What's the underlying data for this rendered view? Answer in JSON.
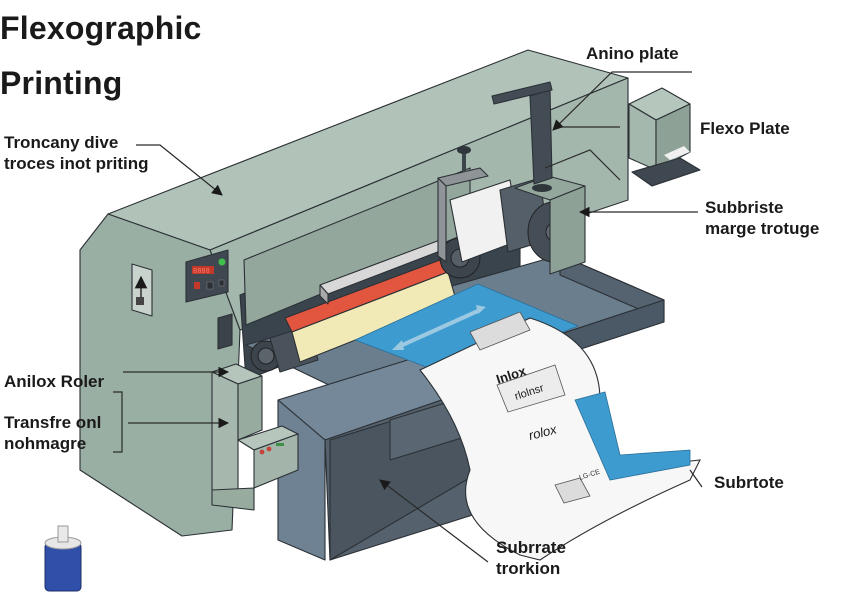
{
  "title": {
    "line1": "Flexographic",
    "line2": "Printing"
  },
  "labels": {
    "top_left": {
      "line1": "Troncany dive",
      "line2": "troces inot priting"
    },
    "anino_plate": "Anino plate",
    "flexo_plate": "Flexo Plate",
    "subbriste": {
      "line1": "Subbriste",
      "line2": "marge trotuge"
    },
    "anilox_roller": "Anilox Roler",
    "transfer": {
      "line1": "Transfre onl",
      "line2": "nohmagre"
    },
    "subrtote": "Subrtote",
    "subrrate": {
      "line1": "Subrrate",
      "line2": "trorkion"
    }
  },
  "substrate_print": {
    "heading": "Inlox",
    "sub": "rlolnsr",
    "mark": "rolox",
    "code": "LG-CE"
  },
  "colors": {
    "body_green": "#a9bcb2",
    "body_green_dark": "#8fa399",
    "slate": "#66798a",
    "slate_dark": "#4e5d6b",
    "print_blue": "#3d9bd0",
    "roller_red": "#e2553f",
    "roller_cream": "#f2eab6",
    "bottle_blue": "#2f4fa8"
  },
  "panel": {
    "display": "8888"
  }
}
